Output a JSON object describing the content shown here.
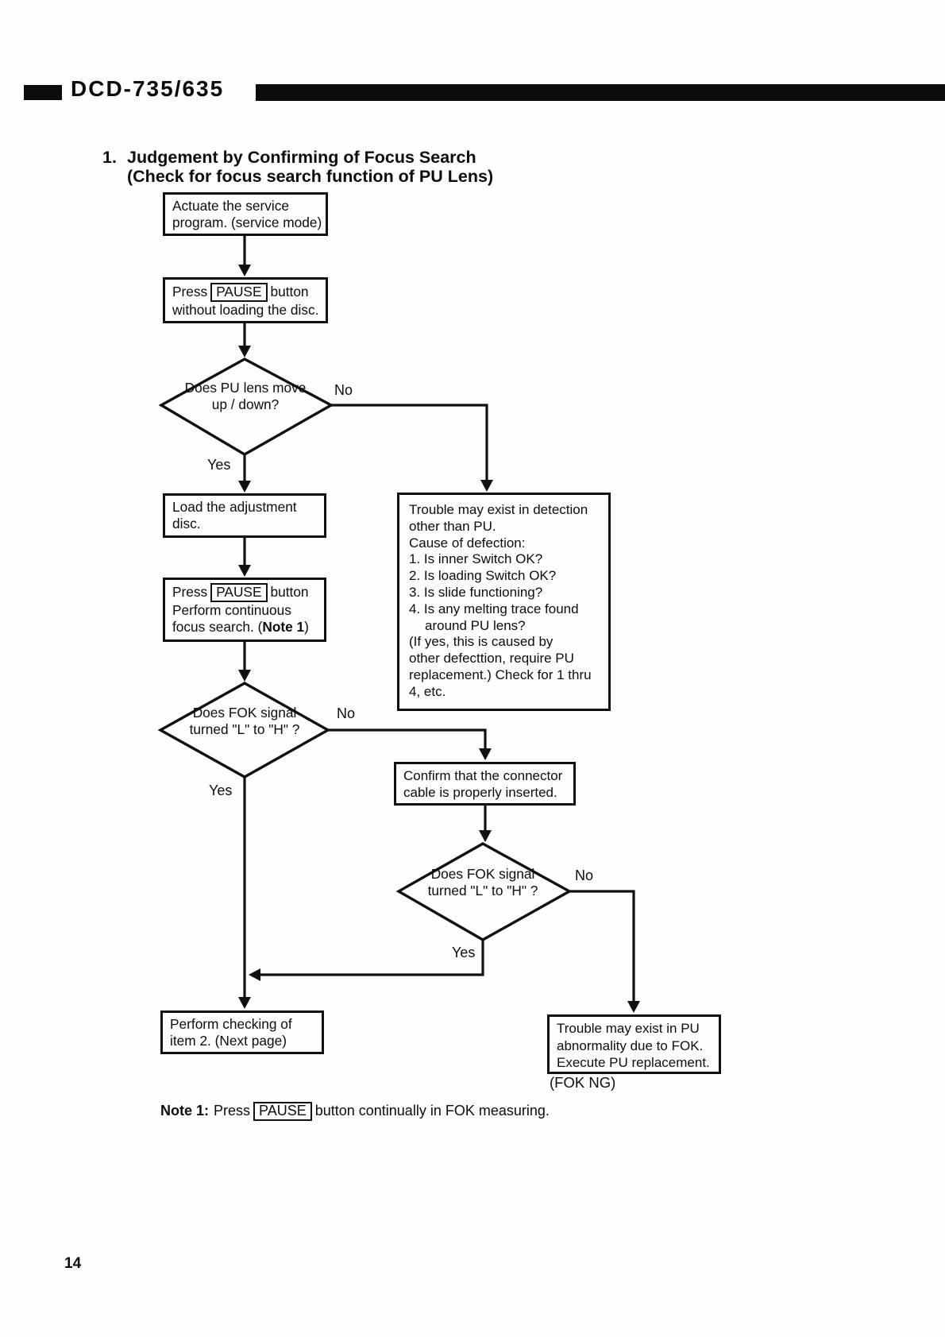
{
  "header": {
    "model": "DCD-735/635"
  },
  "title": {
    "number": "1.",
    "line1": "Judgement by Confirming of Focus Search",
    "line2": "(Check for focus search function of PU Lens)"
  },
  "flow": {
    "actuate_box": {
      "line1": "Actuate the service",
      "line2": "program. (service mode)"
    },
    "press_pause_box": {
      "pre": "Press",
      "key": "PAUSE",
      "post": "button",
      "line2": "without loading the disc."
    },
    "pu_lens_diamond": {
      "line1": "Does PU lens move",
      "line2": "up / down?",
      "no_label": "No",
      "yes_label": "Yes"
    },
    "load_disc_box": {
      "line1": "Load the adjustment",
      "line2": "disc."
    },
    "focus_search_box": {
      "pre": "Press",
      "key": "PAUSE",
      "post": "button",
      "line2": "Perform continuous",
      "line3_pre": "focus search. (",
      "line3_bold": "Note 1",
      "line3_post": ")"
    },
    "trouble_detection_box": {
      "lines": [
        "Trouble may exist in detection",
        "other than PU.",
        "Cause of defection:",
        "1. Is inner Switch OK?",
        "2. Is loading Switch OK?",
        "3. Is slide functioning?",
        "4. Is any melting trace found",
        "around PU lens?",
        "(If yes, this is caused by",
        "other defecttion, require PU",
        "replacement.) Check for 1 thru",
        "4, etc."
      ]
    },
    "fok_diamond_1": {
      "line1": "Does FOK signal",
      "line2": "turned \"L\" to \"H\" ?",
      "no_label": "No",
      "yes_label": "Yes"
    },
    "connector_box": {
      "line1": "Confirm that the connector",
      "line2": "cable is properly inserted."
    },
    "fok_diamond_2": {
      "line1": "Does FOK signal",
      "line2": "turned \"L\" to \"H\" ?",
      "no_label": "No",
      "yes_label": "Yes"
    },
    "perform_checking_box": {
      "line1": "Perform checking of",
      "line2": "item 2. (Next page)"
    },
    "trouble_pu_box": {
      "line1": "Trouble may exist in PU",
      "line2": "abnormality due to FOK.",
      "line3": "Execute PU replacement."
    },
    "fok_ng_label": "(FOK NG)"
  },
  "note": {
    "label": "Note 1:",
    "pre": "Press",
    "key": "PAUSE",
    "post": "button continually in FOK measuring."
  },
  "page_number": "14"
}
